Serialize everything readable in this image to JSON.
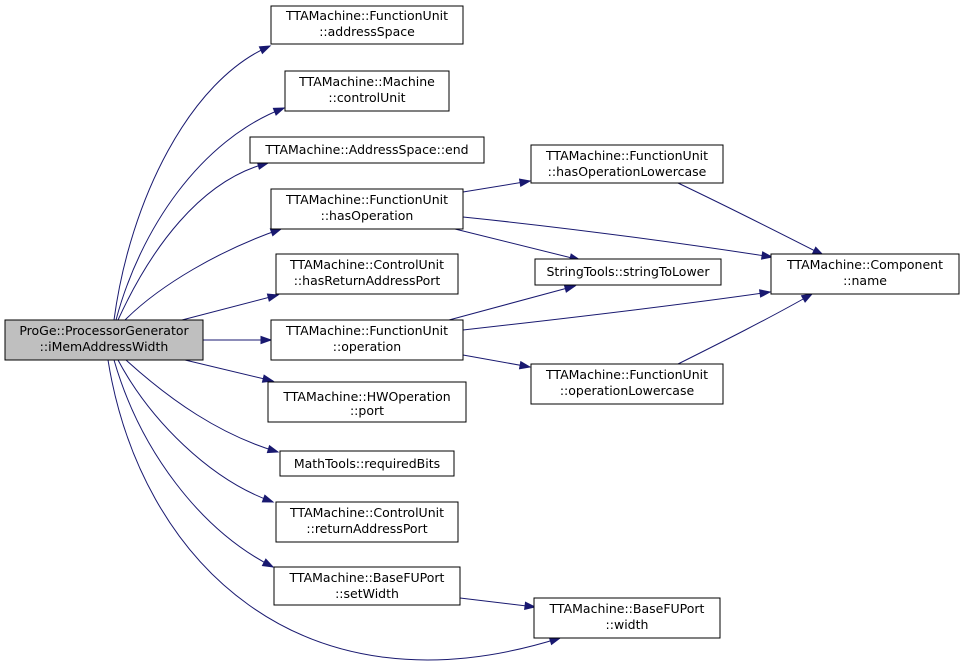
{
  "nodes": {
    "root": {
      "line1": "ProGe::ProcessorGenerator",
      "line2": "::iMemAddressWidth"
    },
    "address_space": {
      "line1": "TTAMachine::FunctionUnit",
      "line2": "::addressSpace"
    },
    "control_unit": {
      "line1": "TTAMachine::Machine",
      "line2": "::controlUnit"
    },
    "as_end": {
      "line1": "TTAMachine::AddressSpace::end"
    },
    "has_operation": {
      "line1": "TTAMachine::FunctionUnit",
      "line2": "::hasOperation"
    },
    "has_return_address_port": {
      "line1": "TTAMachine::ControlUnit",
      "line2": "::hasReturnAddressPort"
    },
    "operation": {
      "line1": "TTAMachine::FunctionUnit",
      "line2": "::operation"
    },
    "hw_port": {
      "line1": "TTAMachine::HWOperation",
      "line2": "::port"
    },
    "required_bits": {
      "line1": "MathTools::requiredBits"
    },
    "return_address_port": {
      "line1": "TTAMachine::ControlUnit",
      "line2": "::returnAddressPort"
    },
    "set_width": {
      "line1": "TTAMachine::BaseFUPort",
      "line2": "::setWidth"
    },
    "width": {
      "line1": "TTAMachine::BaseFUPort",
      "line2": "::width"
    },
    "has_operation_lowercase": {
      "line1": "TTAMachine::FunctionUnit",
      "line2": "::hasOperationLowercase"
    },
    "string_to_lower": {
      "line1": "StringTools::stringToLower"
    },
    "operation_lowercase": {
      "line1": "TTAMachine::FunctionUnit",
      "line2": "::operationLowercase"
    },
    "component_name": {
      "line1": "TTAMachine::Component",
      "line2": "::name"
    }
  },
  "edges": [
    {
      "from": "root",
      "to": "address_space"
    },
    {
      "from": "root",
      "to": "control_unit"
    },
    {
      "from": "root",
      "to": "as_end"
    },
    {
      "from": "root",
      "to": "has_operation"
    },
    {
      "from": "root",
      "to": "has_return_address_port"
    },
    {
      "from": "root",
      "to": "operation"
    },
    {
      "from": "root",
      "to": "hw_port"
    },
    {
      "from": "root",
      "to": "required_bits"
    },
    {
      "from": "root",
      "to": "return_address_port"
    },
    {
      "from": "root",
      "to": "set_width"
    },
    {
      "from": "root",
      "to": "width"
    },
    {
      "from": "has_operation",
      "to": "has_operation_lowercase"
    },
    {
      "from": "has_operation",
      "to": "component_name"
    },
    {
      "from": "has_operation",
      "to": "string_to_lower"
    },
    {
      "from": "operation",
      "to": "string_to_lower"
    },
    {
      "from": "operation",
      "to": "component_name"
    },
    {
      "from": "operation",
      "to": "operation_lowercase"
    },
    {
      "from": "has_operation_lowercase",
      "to": "component_name"
    },
    {
      "from": "operation_lowercase",
      "to": "component_name"
    },
    {
      "from": "set_width",
      "to": "width"
    }
  ]
}
